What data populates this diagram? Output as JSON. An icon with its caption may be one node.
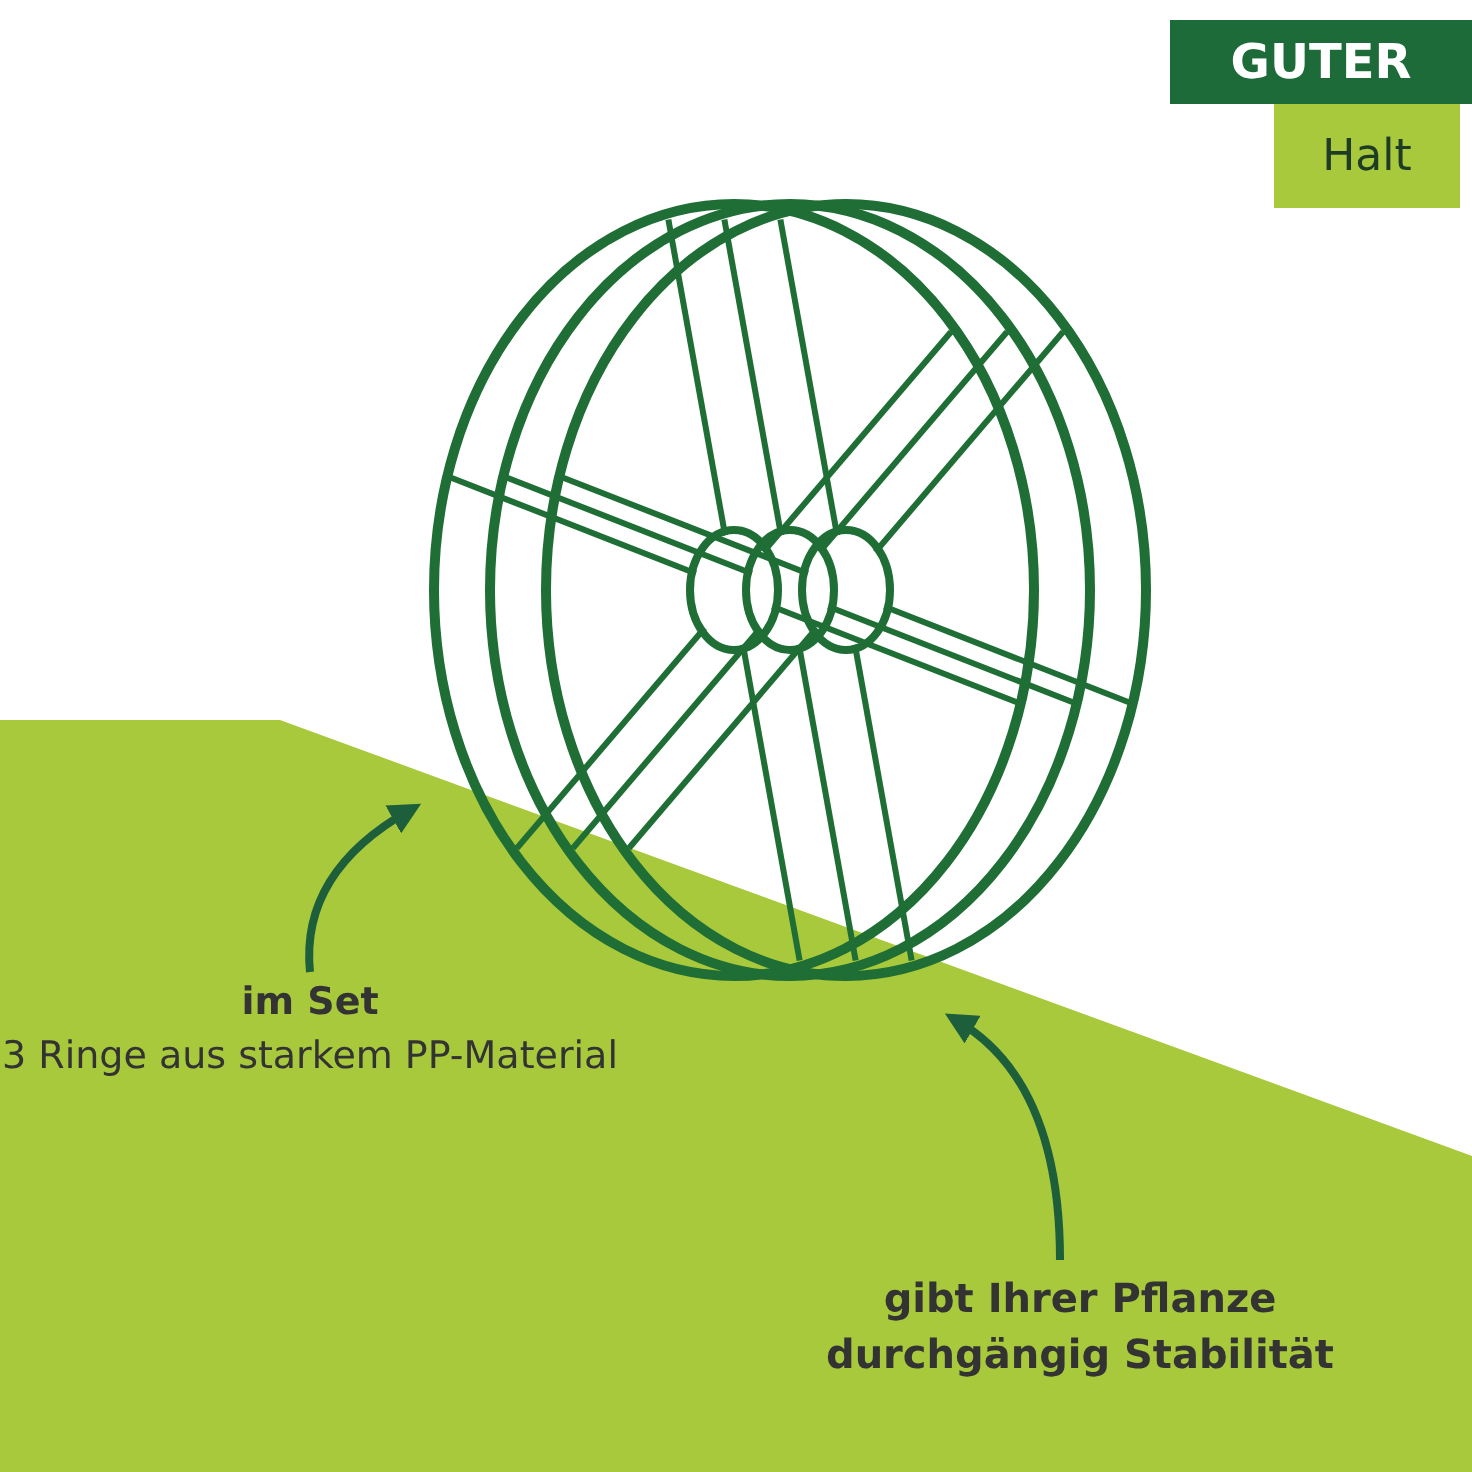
{
  "diagram": {
    "nodes": [
      {
        "text": [
          "GUTER"
        ]
      },
      {
        "text": [
          "Halt"
        ]
      },
      {
        "text": [
          "im Set",
          "3 Ringe aus starkem PP-Material"
        ]
      },
      {
        "text": [],
        "shape": "picture"
      },
      {
        "text": [
          "gibt Ihrer Pflanze durchgängig Stabilität"
        ]
      }
    ],
    "edges": [
      {
        "from": 2,
        "to": 3,
        "arrow": "to"
      },
      {
        "from": 4,
        "to": 3,
        "arrow": "to"
      }
    ]
  }
}
